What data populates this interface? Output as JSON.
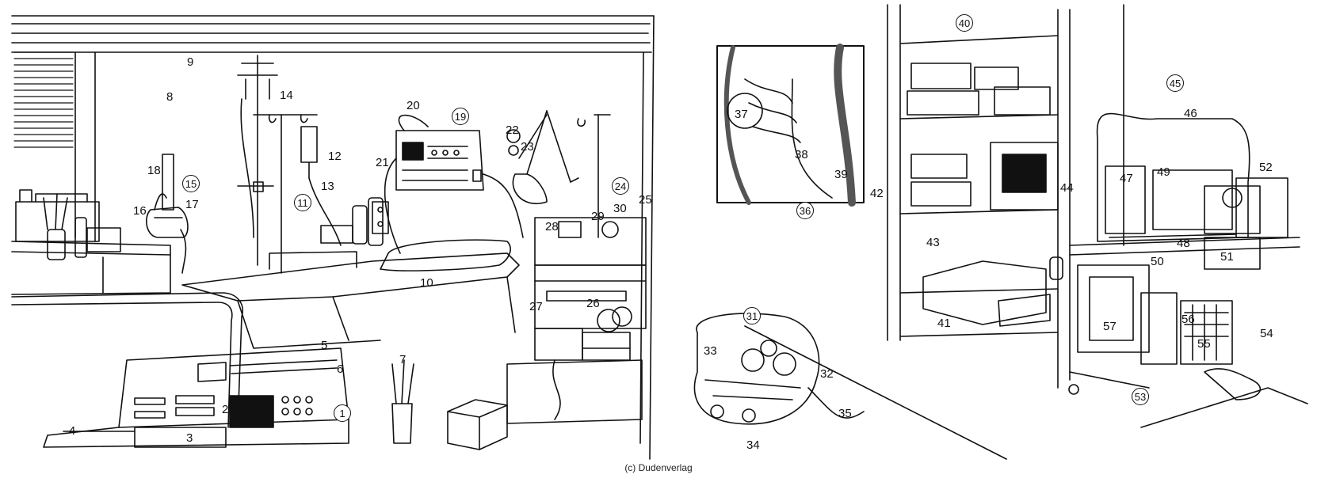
{
  "credit": "(c) Dudenverlag",
  "labels": [
    "1",
    "2",
    "3",
    "4",
    "5",
    "6",
    "7",
    "8",
    "9",
    "10",
    "11",
    "12",
    "13",
    "14",
    "15",
    "16",
    "17",
    "18",
    "19",
    "20",
    "21",
    "22",
    "23",
    "24",
    "25",
    "26",
    "27",
    "28",
    "29",
    "30",
    "31",
    "32",
    "33",
    "34",
    "35",
    "36",
    "37",
    "38",
    "39",
    "40",
    "41",
    "42",
    "43",
    "44",
    "45",
    "46",
    "47",
    "48",
    "49",
    "50",
    "51",
    "52",
    "53",
    "54",
    "55",
    "56",
    "57"
  ],
  "circled": [
    "1",
    "11",
    "15",
    "19",
    "24",
    "31",
    "36",
    "40",
    "45",
    "53"
  ]
}
